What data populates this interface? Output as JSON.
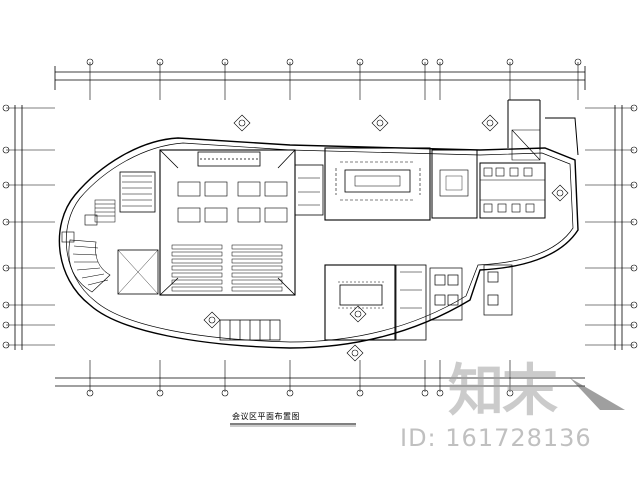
{
  "drawing": {
    "caption": "会议区平面布置图",
    "watermark_logo": "知末",
    "watermark_id": "ID: 161728136"
  }
}
